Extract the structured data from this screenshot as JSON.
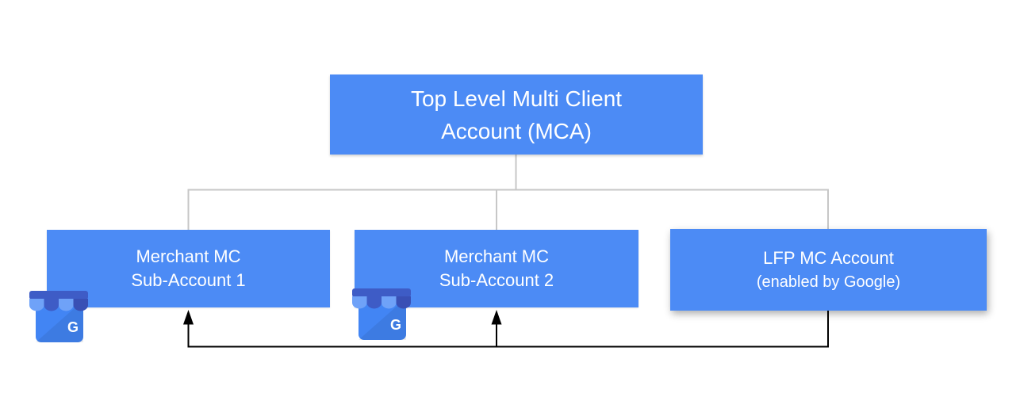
{
  "nodes": {
    "mca": {
      "line1": "Top Level Multi Client",
      "line2": "Account (MCA)"
    },
    "sub1": {
      "line1": "Merchant MC",
      "line2": "Sub-Account 1"
    },
    "sub2": {
      "line1": "Merchant MC",
      "line2": "Sub-Account 2"
    },
    "lfp": {
      "line1": "LFP MC Account",
      "line2": "(enabled by Google)"
    }
  },
  "icons": {
    "business_profile": {
      "letter": "G"
    }
  },
  "colors": {
    "node_fill": "#4C8BF5",
    "node_text": "#FFFFFF",
    "tree_connector": "#C7C7C7",
    "flow_connector": "#000000",
    "icon_body": "#4285F4",
    "icon_awning_dark": "#3E5CC6",
    "icon_awning_light": "#6FA2F8",
    "icon_awning_darkest": "#3950B5"
  }
}
